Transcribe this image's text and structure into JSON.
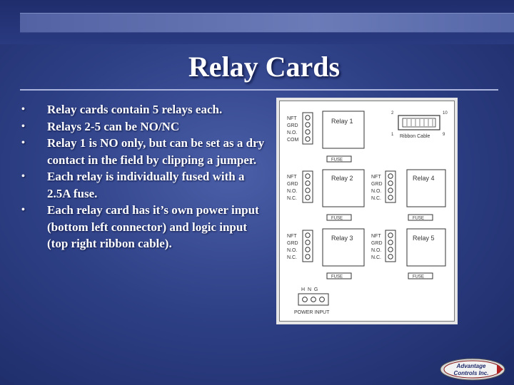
{
  "slide": {
    "title": "Relay Cards",
    "bullets": [
      {
        "text": "Relay cards contain 5 relays each."
      },
      {
        "text": "Relays 2-5 can be NO/NC"
      },
      {
        "text": "Relay 1 is NO only, but can be set as a dry contact in the field by clipping a jumper."
      },
      {
        "text": "Each relay is individually fused with a 2.5A fuse."
      },
      {
        "text": "Each relay card has it’s own power input (bottom left connector) and logic input (top right ribbon cable)."
      }
    ]
  },
  "diagram": {
    "relays": [
      "Relay 1",
      "Relay 2",
      "Relay 4",
      "Relay 3",
      "Relay 5"
    ],
    "fuse_label": "FUSE",
    "relay1_pins": [
      "NFT",
      "GRD",
      "N.O.",
      "COM"
    ],
    "relay_pins": [
      "NFT",
      "GRD",
      "N.O.",
      "N.C."
    ],
    "ribbon": {
      "label": "Ribbon Cable",
      "pin_top_left": "2",
      "pin_top_right": "10",
      "pin_bottom_left": "1",
      "pin_bottom_right": "9"
    },
    "power": {
      "label": "POWER INPUT",
      "pins": "H  N  G"
    }
  },
  "logo": {
    "line1": "Advantage",
    "line2": "Controls Inc."
  }
}
